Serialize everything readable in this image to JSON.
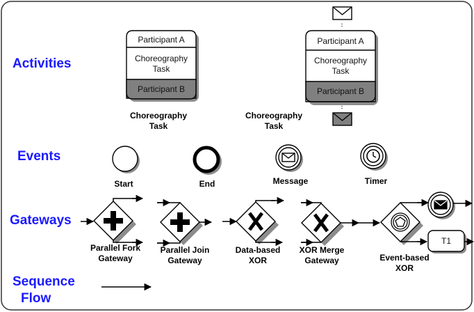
{
  "colors": {
    "section_label": "#1a1aff",
    "participant_shade": "#808080",
    "gateway_fill": "#ffffff",
    "shadow": "#8c8c8c",
    "frame": "#333333"
  },
  "sections": {
    "activities": "Activities",
    "events": "Events",
    "gateways": "Gateways",
    "sequence_flow_line1": "Sequence",
    "sequence_flow_line2": "Flow"
  },
  "choreography_left": {
    "top_participant": "Participant A",
    "task_line1": "Choreography",
    "task_line2": "Task",
    "bottom_participant": "Participant B",
    "caption_line1": "Choreography",
    "caption_line2": "Task"
  },
  "choreography_right": {
    "top_participant": "Participant A",
    "task_line1": "Choreography",
    "task_line2": "Task",
    "bottom_participant": "Participant B",
    "caption_line1": "Choreography",
    "caption_line2": "Task",
    "top_icon": "envelope-icon",
    "bottom_icon": "envelope-filled-icon"
  },
  "events": {
    "start": "Start",
    "end": "End",
    "message": "Message",
    "timer": "Timer"
  },
  "gateways": {
    "parallel_fork_line1": "Parallel Fork",
    "parallel_fork_line2": "Gateway",
    "parallel_join_line1": "Parallel Join",
    "parallel_join_line2": "Gateway",
    "data_xor_line1": "Data-based",
    "data_xor_line2": "XOR",
    "xor_merge_line1": "XOR Merge",
    "xor_merge_line2": "Gateway",
    "event_xor_line1": "Event-based",
    "event_xor_line2": "XOR",
    "timer_task_label": "T1"
  }
}
